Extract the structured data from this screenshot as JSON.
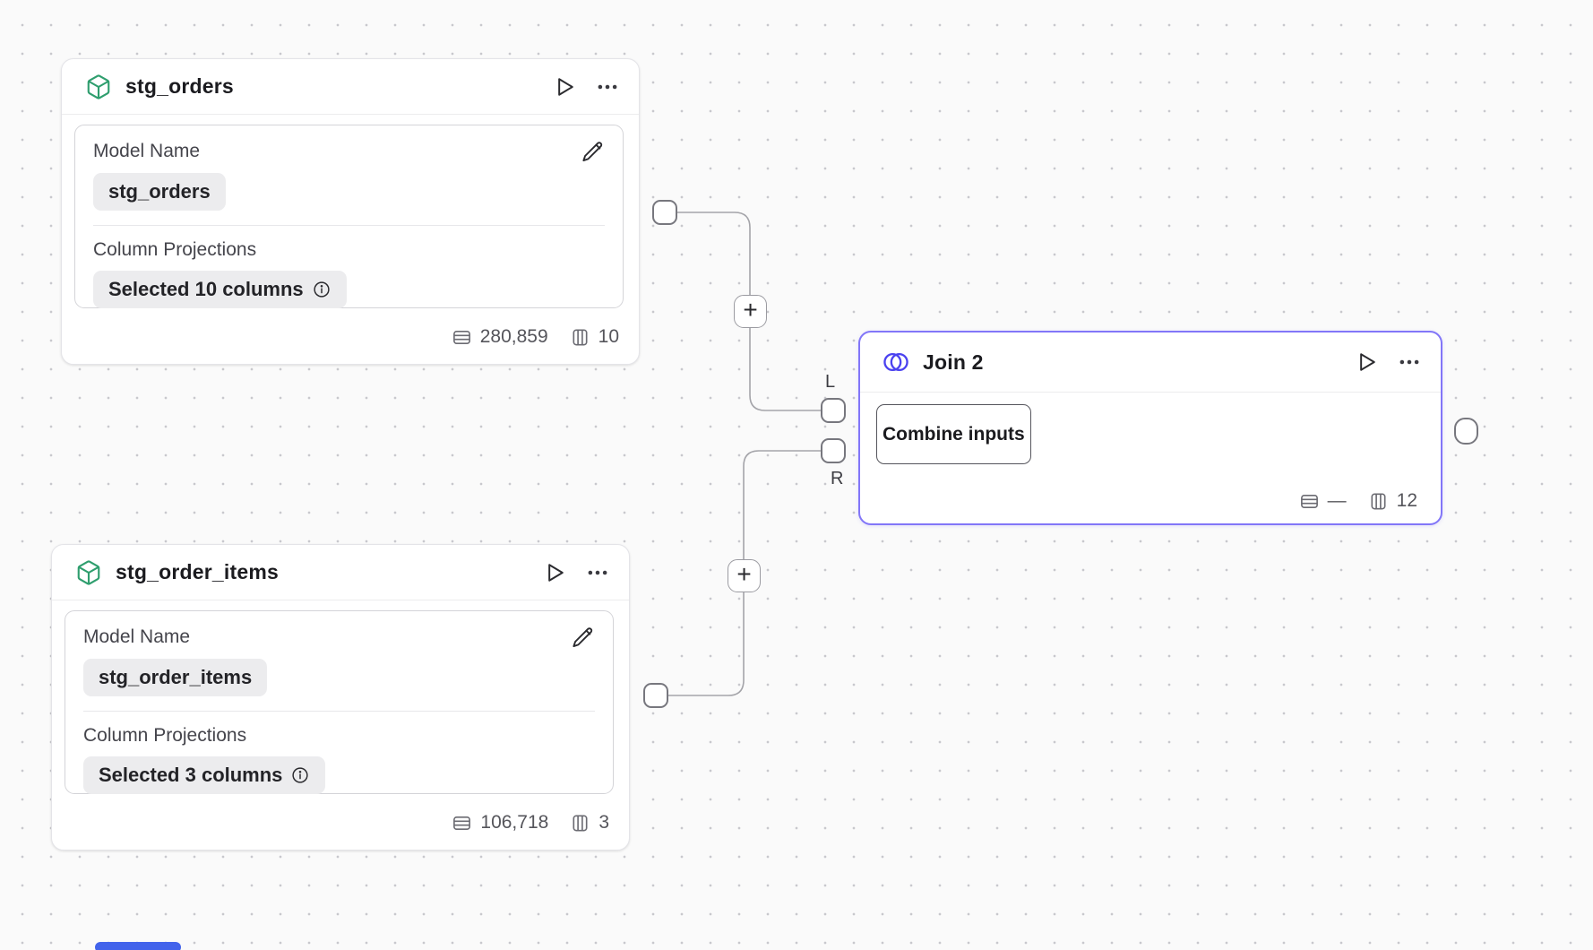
{
  "canvas": {
    "plus_glyph": "+"
  },
  "nodes": {
    "stg_orders": {
      "title": "stg_orders",
      "fields": {
        "model_name_label": "Model Name",
        "model_name_value": "stg_orders",
        "projections_label": "Column Projections",
        "projections_value": "Selected 10 columns"
      },
      "stats": {
        "rows": "280,859",
        "columns": "10"
      }
    },
    "stg_order_items": {
      "title": "stg_order_items",
      "fields": {
        "model_name_label": "Model Name",
        "model_name_value": "stg_order_items",
        "projections_label": "Column Projections",
        "projections_value": "Selected 3 columns"
      },
      "stats": {
        "rows": "106,718",
        "columns": "3"
      }
    },
    "join": {
      "title": "Join 2",
      "button_label": "Combine inputs",
      "stats": {
        "rows": "—",
        "columns": "12"
      },
      "ports": {
        "left_label": "L",
        "right_label": "R"
      }
    }
  },
  "colors": {
    "model_icon_green": "#2f9e6e",
    "join_accent_border": "#8276f8",
    "join_icon_indigo": "#4b42f0",
    "wire_gray": "#a4a4a9",
    "scrollbar_blue": "#4263eb",
    "canvas_background": "#fafafa"
  }
}
